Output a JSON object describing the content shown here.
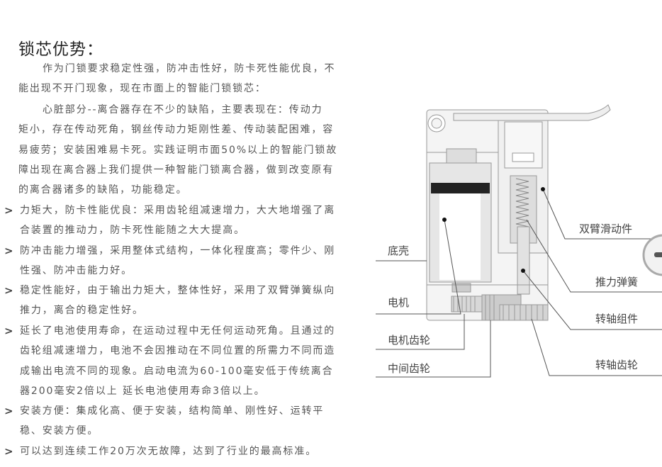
{
  "title": "锁芯优势：",
  "intro": [
    [
      "作为门锁要求稳定性强，防冲击性好，防卡死性能优良，不",
      "能出现不开门现象，现在市面上的智能门锁锁芯："
    ],
    [
      "心脏部分--离合器存在不少的缺陷，主要表现在：传动力",
      "矩小，存在传动死角，钢丝传动力矩刚性差、传动装配困难，容",
      "易疲劳；安装困难易卡死。实践证明市面50%以上的智能门锁故",
      "障出现在离合器上我们提供一种智能门锁离合器，做到改变原有",
      "的离合器诸多的缺陷，功能稳定。"
    ]
  ],
  "bullet_icon": "chevron-right-icon",
  "bullets": [
    [
      "力矩大，防卡性能优良：采用齿轮组减速增力，大大地增强了离",
      "合装置的推动力，防卡死性能随之大大提高。"
    ],
    [
      "防冲击能力增强，采用整体式结构，一体化程度高；零件少、刚",
      "性强、防冲击能力好。"
    ],
    [
      "稳定性能好，由于输出力矩大，整体性好，采用了双臂弹簧纵向",
      "推力，离合的稳定性好。"
    ],
    [
      "延长了电池使用寿命，在运动过程中无任何运动死角。且通过的",
      "齿轮组减速增力，电池不会因推动在不同位置的所需力不同而造",
      "成输出电流不同的现象。启动电流为60-100毫安低于传统离合",
      "器200毫安2倍以上  延长电池使用寿命3倍以上。"
    ],
    [
      "安装方便：集成化高、便于安装，结构简单、刚性好、运转平",
      "稳、安装方便。"
    ],
    [
      "可以达到连续工作20万次无故障，达到了行业的最高标准。"
    ]
  ],
  "diagram": {
    "labels": {
      "base_shell": "底壳",
      "motor": "电机",
      "motor_gear": "电机齿轮",
      "middle_gear": "中间齿轮",
      "dual_arm_slider": "双臂滑动件",
      "thrust_spring": "推力弹簧",
      "shaft_assembly": "转轴组件",
      "shaft_gear": "转轴齿轮"
    }
  }
}
